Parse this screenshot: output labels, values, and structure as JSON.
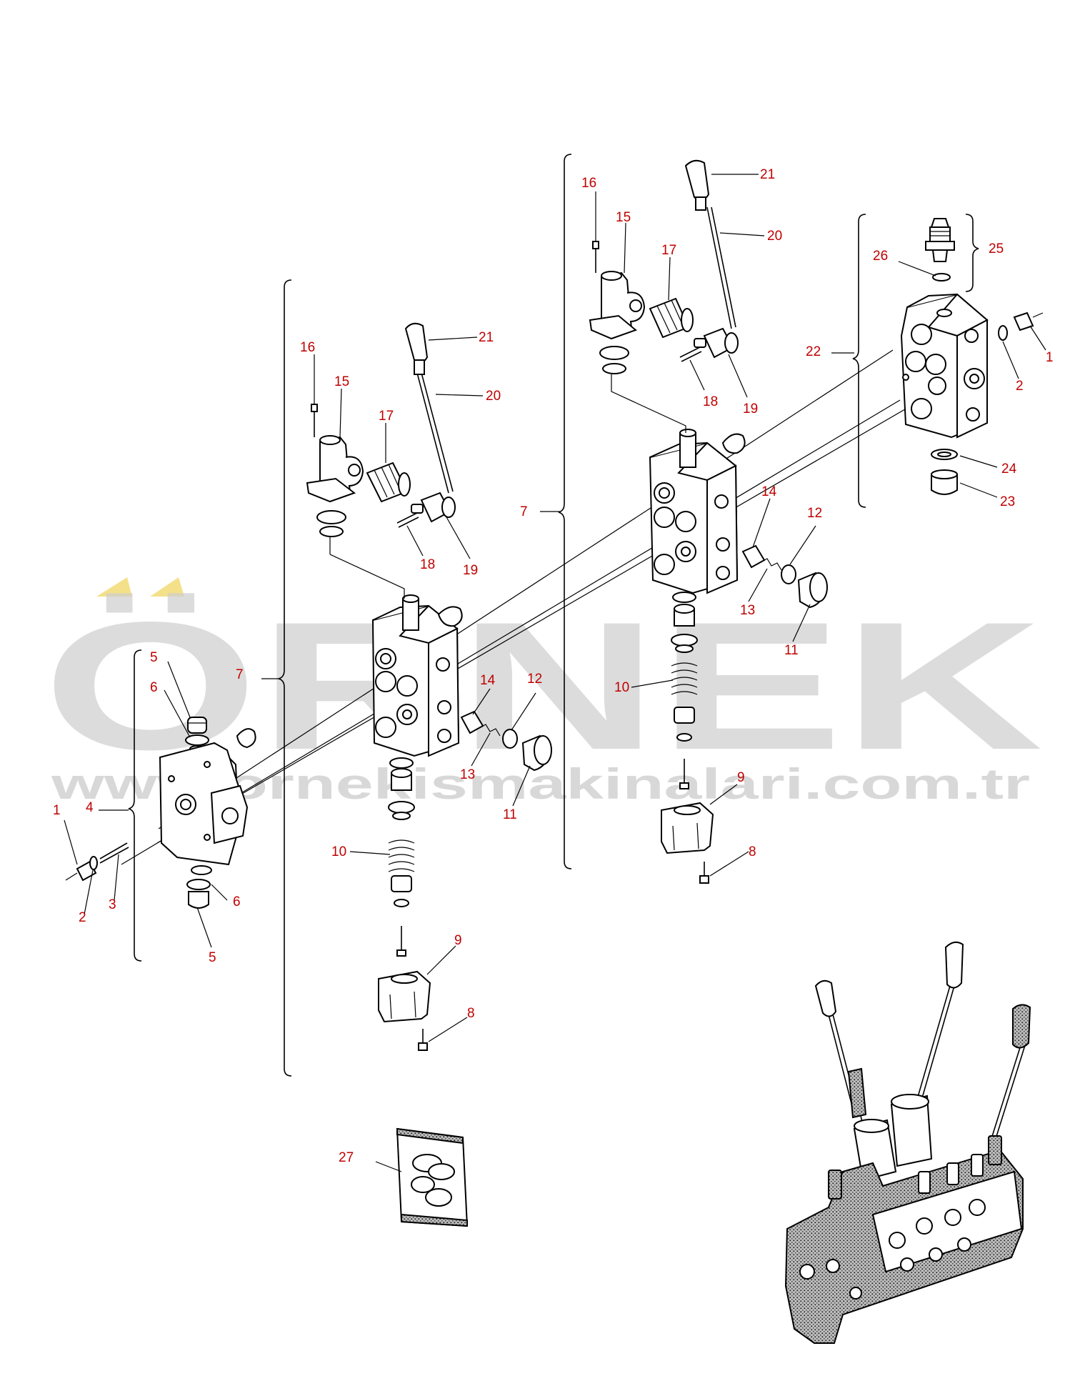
{
  "watermark": {
    "brand": "ÖRNEK",
    "url": "www.ornekismakinalari.com.tr",
    "text_color": "#cccccc",
    "accent_color": "#f5e08a"
  },
  "callout_color": "#c00000",
  "left_group": {
    "labels": {
      "l5a": "5",
      "l6a": "6",
      "l4": "4",
      "l1": "1",
      "l2": "2",
      "l3": "3",
      "l6b": "6",
      "l5b": "5"
    }
  },
  "middle_group": {
    "labels": {
      "l16": "16",
      "l15": "15",
      "l17": "17",
      "l21": "21",
      "l20": "20",
      "l18": "18",
      "l19": "19",
      "l7": "7",
      "l14": "14",
      "l12": "12",
      "l13": "13",
      "l11": "11",
      "l10": "10",
      "l9": "9",
      "l8": "8"
    }
  },
  "right_group": {
    "labels": {
      "l16": "16",
      "l15": "15",
      "l17": "17",
      "l21": "21",
      "l20": "20",
      "l18": "18",
      "l19": "19",
      "l7": "7",
      "l14": "14",
      "l12": "12",
      "l13": "13",
      "l11": "11",
      "l10": "10",
      "l9": "9",
      "l8": "8"
    }
  },
  "end_group": {
    "labels": {
      "l26": "26",
      "l25": "25",
      "l22": "22",
      "l2": "2",
      "l1": "1",
      "l24": "24",
      "l23": "23"
    }
  },
  "seal_kit": {
    "label": "27"
  }
}
